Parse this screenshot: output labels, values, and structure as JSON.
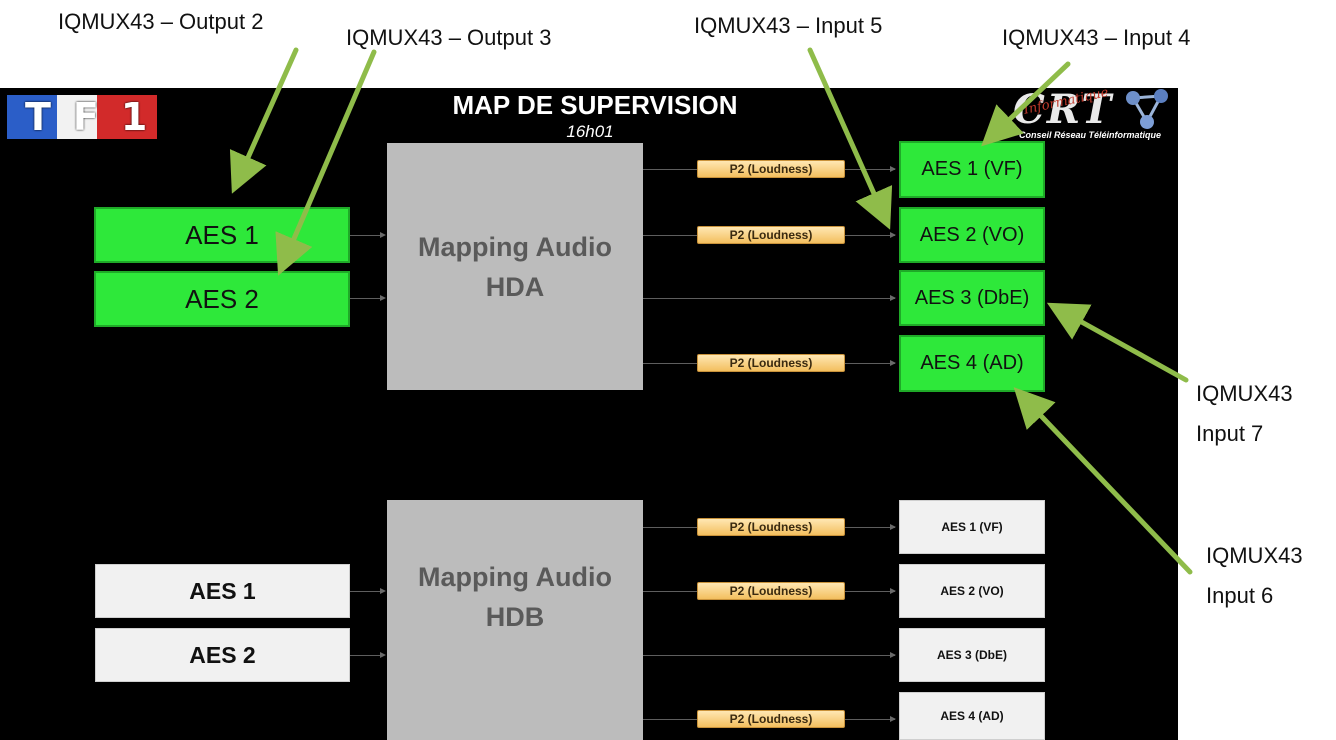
{
  "annotations": {
    "output2": "IQMUX43 – Output 2",
    "output3": "IQMUX43 – Output 3",
    "input5": "IQMUX43 – Input 5",
    "input4": "IQMUX43 – Input 4",
    "input7_l1": "IQMUX43",
    "input7_l2": "Input 7",
    "input6_l1": "IQMUX43",
    "input6_l2": "Input 6",
    "arrow_color": "#8fbc4a"
  },
  "screen": {
    "title": "MAP DE SUPERVISION",
    "time": "16h01",
    "logo_left": "TF1",
    "logo_right_main": "CRT",
    "logo_right_script": "Informatique",
    "logo_right_sub": "Conseil Réseau Téléinformatique"
  },
  "hda": {
    "inputs": [
      "AES 1",
      "AES 2"
    ],
    "mapping_l1": "Mapping Audio",
    "mapping_l2": "HDA",
    "pills": [
      "P2 (Loudness)",
      "P2 (Loudness)",
      "P2 (Loudness)"
    ],
    "outputs": [
      "AES 1 (VF)",
      "AES 2 (VO)",
      "AES 3 (DbE)",
      "AES 4 (AD)"
    ],
    "status_color": "#2ee83a"
  },
  "hdb": {
    "inputs": [
      "AES 1",
      "AES 2"
    ],
    "mapping_l1": "Mapping Audio",
    "mapping_l2": "HDB",
    "pills": [
      "P2 (Loudness)",
      "P2 (Loudness)",
      "P2 (Loudness)"
    ],
    "outputs": [
      "AES 1 (VF)",
      "AES 2 (VO)",
      "AES 3 (DbE)",
      "AES 4 (AD)"
    ],
    "status_color": "#f1f1f1"
  }
}
